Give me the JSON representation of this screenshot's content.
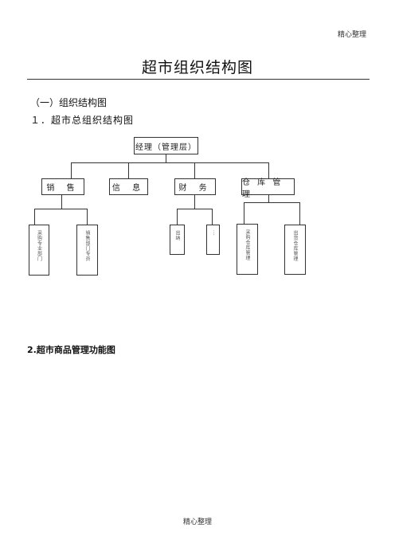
{
  "page": {
    "header_note": "精心整理",
    "title": "超市组织结构图",
    "section_1": "（一）组织结构图",
    "subsection_1": "１．超市总组织结构图",
    "subsection_2": "2.超市商品管理功能图",
    "footer_note": "精心整理"
  },
  "org_chart": {
    "root": "经理（管理层）",
    "departments": [
      {
        "label": "销  售"
      },
      {
        "label": "信  息"
      },
      {
        "label": "财  务"
      },
      {
        "label": "仓 库 管 理"
      }
    ],
    "sub_units": [
      {
        "label": "采购专业部门"
      },
      {
        "label": "销售部门专员"
      },
      {
        "label": "出纳"
      },
      {
        "label": "···"
      },
      {
        "label": "采购仓库管理"
      },
      {
        "label": "出货仓库管理"
      }
    ]
  }
}
